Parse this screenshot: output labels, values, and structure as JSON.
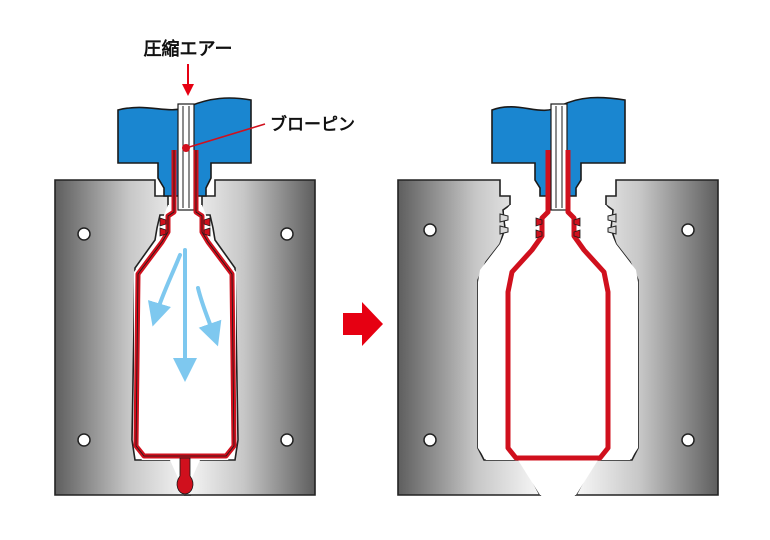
{
  "labels": {
    "compressed_air": "圧縮エアー",
    "blow_pin": "ブローピン"
  },
  "colors": {
    "mold_dark": "#5a5a5a",
    "mold_light": "#f2f2f2",
    "mold_outline": "#222222",
    "blow_head": "#1a86d0",
    "parison_red": "#d0101d",
    "air_flow": "#7ec8ef",
    "arrow_red": "#e60012"
  },
  "icons": {
    "step_arrow": "red-right-arrow",
    "air_arrow": "red-down-arrow"
  }
}
